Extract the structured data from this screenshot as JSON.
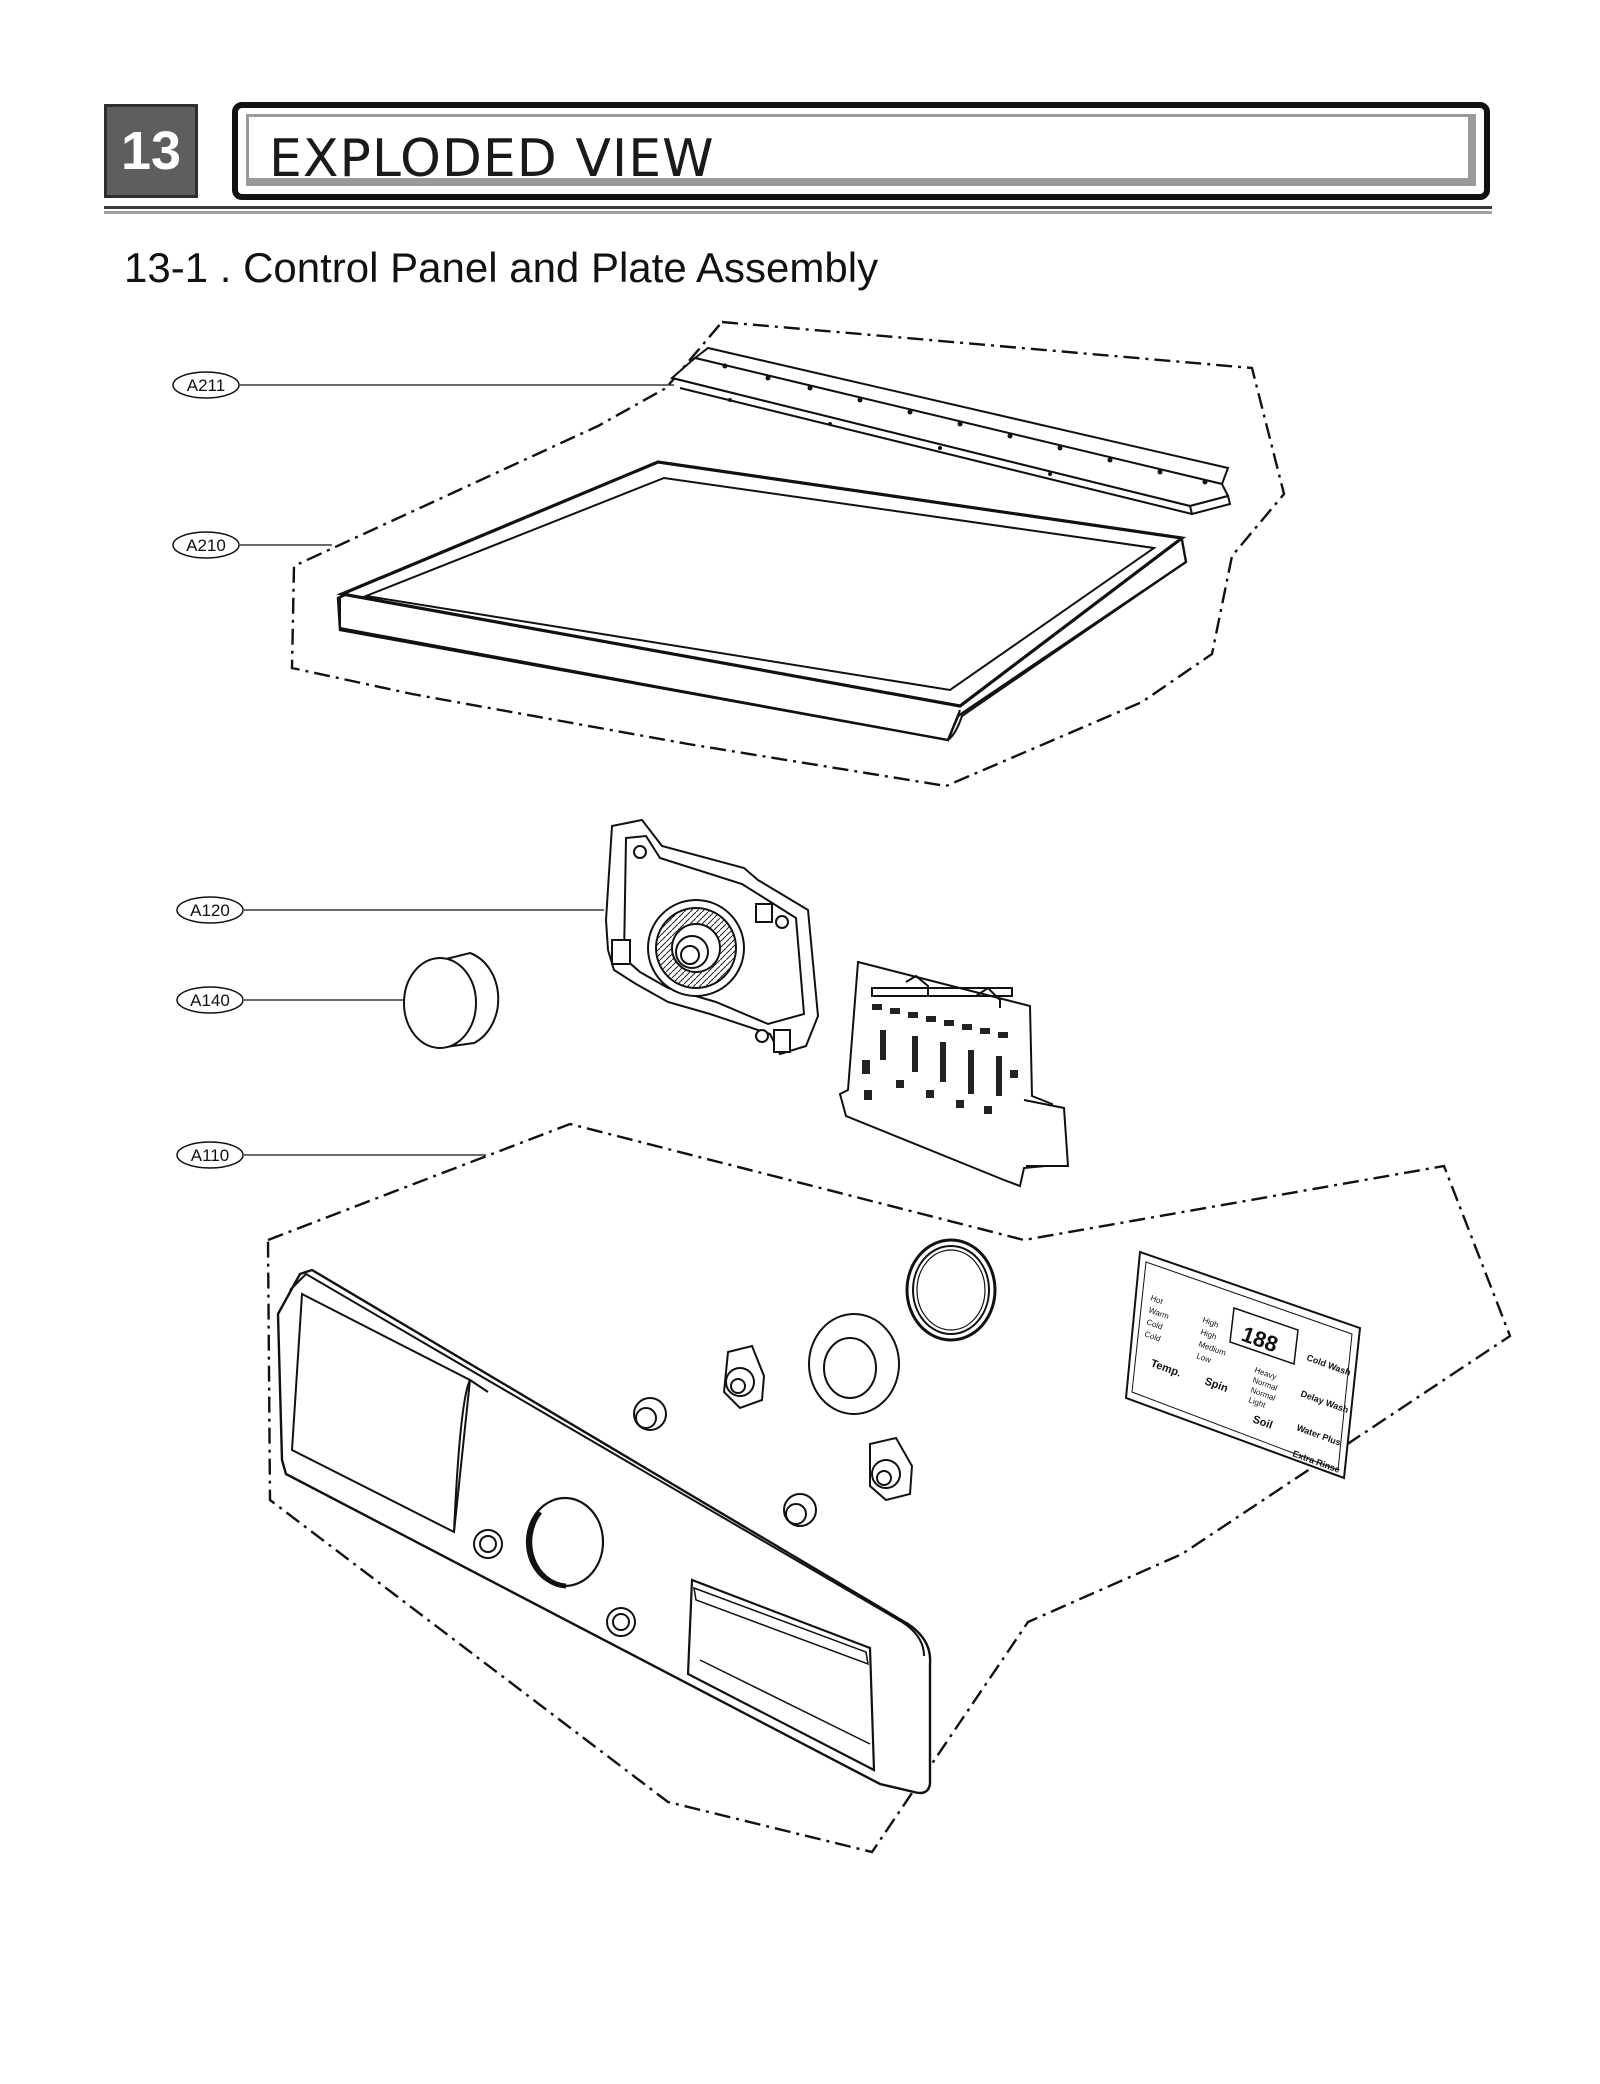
{
  "header": {
    "chapter_number": "13",
    "chapter_title": "EXPLODED VIEW"
  },
  "section": {
    "title": "13-1 . Control Panel and Plate Assembly"
  },
  "callouts": [
    {
      "id": "A211"
    },
    {
      "id": "A210"
    },
    {
      "id": "A120"
    },
    {
      "id": "A140"
    },
    {
      "id": "A110"
    }
  ],
  "display_panel": {
    "temp_title": "Temp.",
    "temp_options": [
      "Hot",
      "Warm",
      "Cold",
      "Cold"
    ],
    "spin_title": "Spin",
    "spin_options": [
      "High",
      "High",
      "Medium",
      "Low"
    ],
    "soil_title": "Soil",
    "soil_options": [
      "Heavy",
      "Normal",
      "Normal",
      "Light"
    ],
    "right_options": [
      "Cold Wash",
      "Delay Wash",
      "Water Plus",
      "Extra Rinse"
    ],
    "digits": "188"
  }
}
